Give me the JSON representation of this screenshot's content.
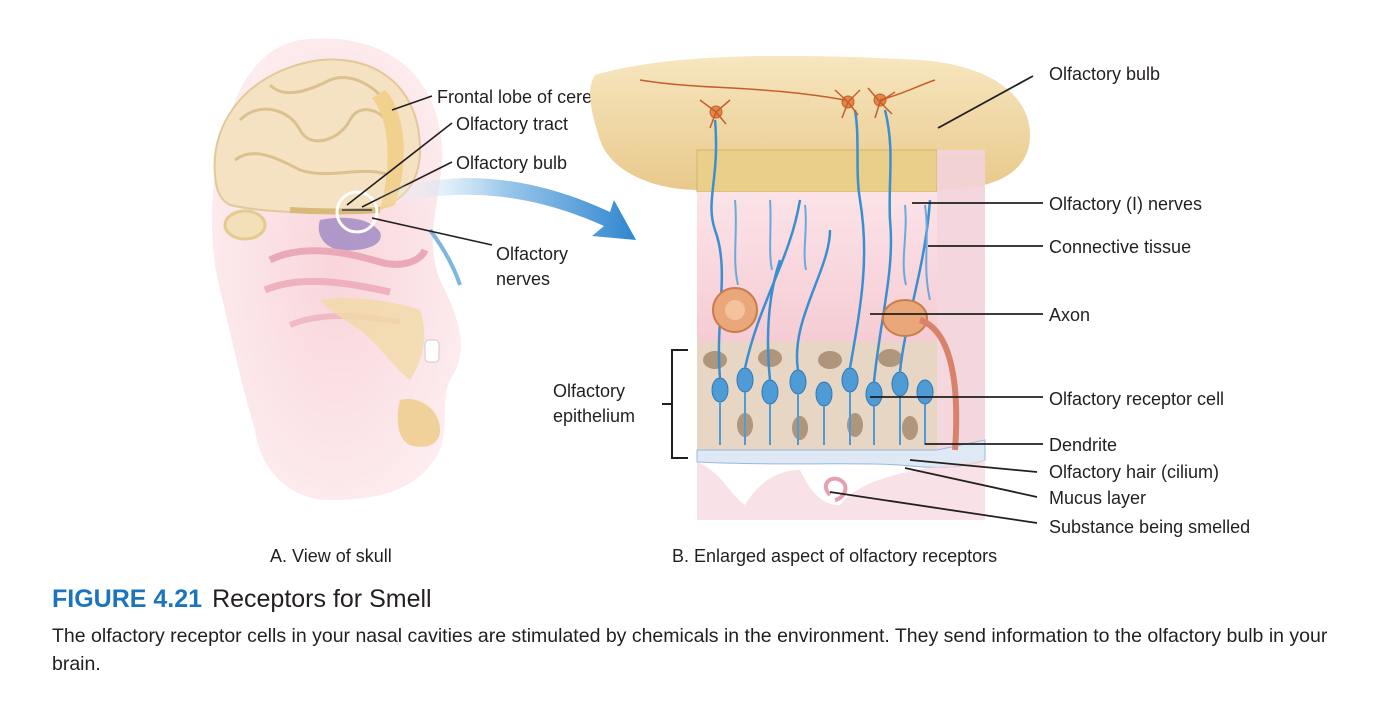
{
  "labels": {
    "skull": {
      "frontal_lobe": "Frontal lobe of cerebrum",
      "olfactory_tract": "Olfactory tract",
      "olfactory_bulb": "Olfactory bulb",
      "olfactory_nerves_line1": "Olfactory",
      "olfactory_nerves_line2": "nerves"
    },
    "enlarged": {
      "olfactory_bulb": "Olfactory bulb",
      "olfactory_nerves": "Olfactory (I) nerves",
      "connective_tissue": "Connective tissue",
      "axon": "Axon",
      "receptor_cell": "Olfactory receptor cell",
      "dendrite": "Dendrite",
      "olfactory_hair": "Olfactory hair (cilium)",
      "mucus_layer": "Mucus layer",
      "substance": "Substance being smelled",
      "epithelium_line1": "Olfactory",
      "epithelium_line2": "epithelium"
    }
  },
  "subcaptions": {
    "a": "A. View of skull",
    "b": "B. Enlarged aspect of olfactory receptors"
  },
  "caption": {
    "number": "FIGURE 4.21",
    "title": "Receptors for Smell",
    "body": "The olfactory receptor cells in your nasal cavities are stimulated by chemicals in the environment. They send information to the olfactory bulb in your brain."
  },
  "colors": {
    "caption_number": "#1c75bc",
    "nerve_blue": "#3b8fd0",
    "bulb_tan": "#f2d9a3",
    "tissue_pink": "#f8d7dd"
  }
}
